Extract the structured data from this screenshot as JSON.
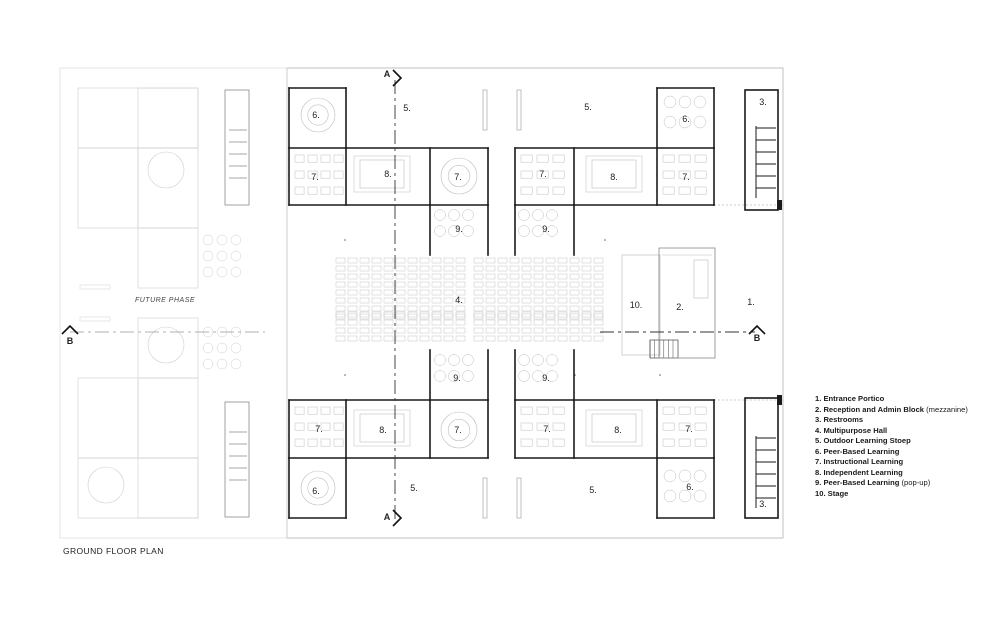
{
  "title": "GROUND FLOOR PLAN",
  "future_phase_label": "FUTURE PHASE",
  "section_markers": {
    "a": "A",
    "b": "B"
  },
  "room_labels": {
    "r1": "1.",
    "r2": "2.",
    "r3": "3.",
    "r4": "4.",
    "r5": "5.",
    "r6": "6.",
    "r7": "7.",
    "r8": "8.",
    "r9": "9.",
    "r10": "10."
  },
  "legend": [
    {
      "number": "1.",
      "name": "Entrance Portico",
      "note": ""
    },
    {
      "number": "2.",
      "name": "Reception and Admin Block",
      "note": "(mezzanine)"
    },
    {
      "number": "3.",
      "name": "Restrooms",
      "note": ""
    },
    {
      "number": "4.",
      "name": "Multipurpose Hall",
      "note": ""
    },
    {
      "number": "5.",
      "name": "Outdoor Learning Stoep",
      "note": ""
    },
    {
      "number": "6.",
      "name": "Peer-Based Learning",
      "note": ""
    },
    {
      "number": "7.",
      "name": "Instructional Learning",
      "note": ""
    },
    {
      "number": "8.",
      "name": "Independent Learning",
      "note": ""
    },
    {
      "number": "9.",
      "name": "Peer-Based Learning",
      "note": "(pop-up)"
    },
    {
      "number": "10.",
      "name": "Stage",
      "note": ""
    }
  ],
  "colors": {
    "wall": "#1a1a1a",
    "light": "#bdbdbd",
    "faint": "#d6d6d6",
    "text": "#222222"
  }
}
